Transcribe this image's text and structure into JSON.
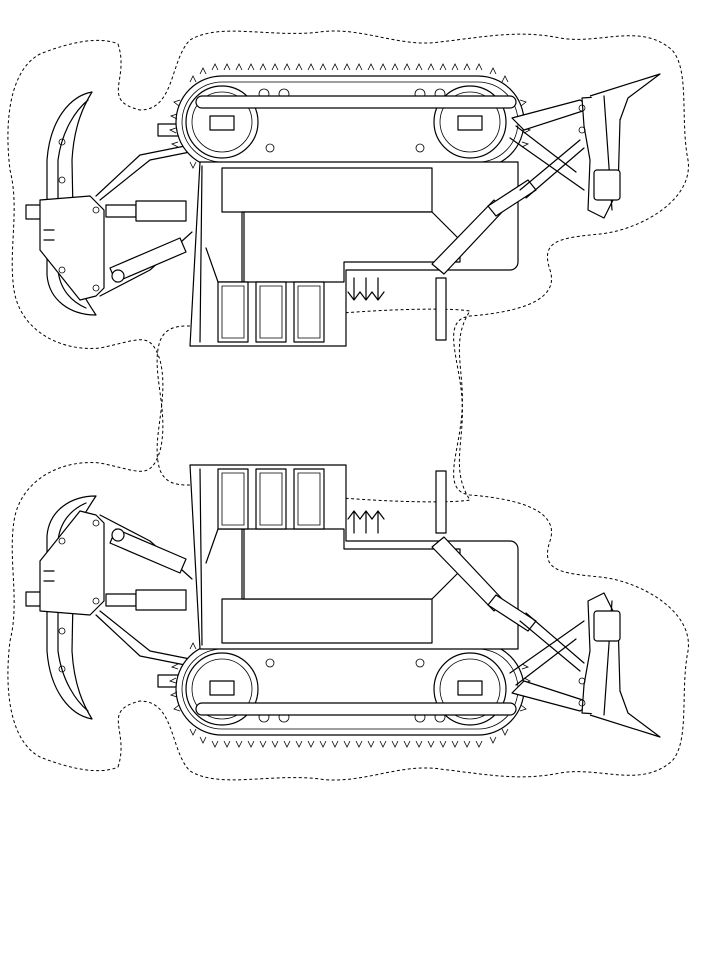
{
  "page": {
    "background": "#ffffff",
    "line_color": "#000000",
    "cut_line_style": "dashed"
  },
  "pieces": [
    {
      "name": "bulldozer-side-top",
      "orientation": "normal"
    },
    {
      "name": "bulldozer-side-bottom",
      "orientation": "mirrored-vertical"
    }
  ]
}
